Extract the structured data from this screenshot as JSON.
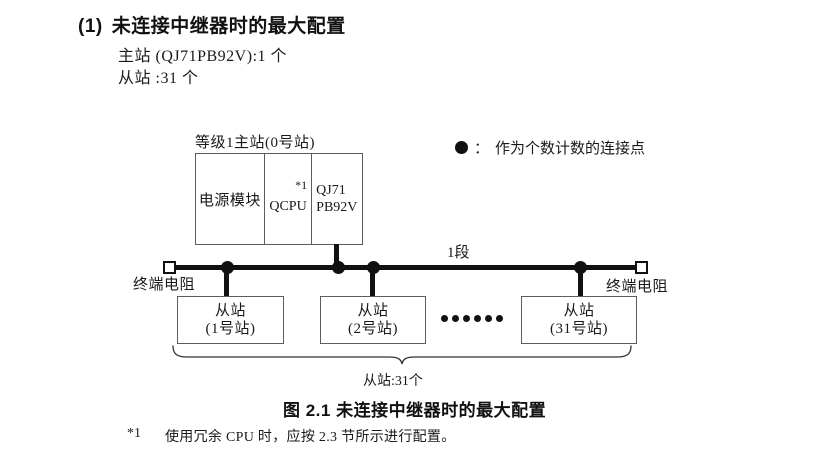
{
  "header": {
    "number": "(1)",
    "title": "未连接中继器时的最大配置",
    "spec_lines": [
      "主站 (QJ71PB92V):1 个",
      "从站 :31 个"
    ]
  },
  "legend": {
    "separator": "：",
    "label": "作为个数计数的连接点"
  },
  "diagram": {
    "master_label": "等级1主站(0号站)",
    "modules": [
      {
        "lines": [
          "电源模块"
        ]
      },
      {
        "lines": [
          "QCPU"
        ],
        "note": "*1"
      },
      {
        "lines": [
          "QJ71",
          "PB92V"
        ]
      }
    ],
    "segment_label": "1段",
    "terminator_left_label": "终端电阻",
    "terminator_right_label": "终端电阻",
    "slaves": [
      {
        "line1": "从站",
        "line2": "(1号站)"
      },
      {
        "line1": "从站",
        "line2": "(2号站)"
      },
      {
        "line1": "从站",
        "line2": "(31号站)"
      }
    ],
    "brace_label": "从站:31个"
  },
  "caption": "图 2.1 未连接中继器时的最大配置",
  "footnote": {
    "marker": "*1",
    "text": "使用冗余 CPU 时，应按 2.3 节所示进行配置。"
  },
  "colors": {
    "ink": "#111111",
    "box_border": "#5d5d5d",
    "background": "#ffffff"
  }
}
